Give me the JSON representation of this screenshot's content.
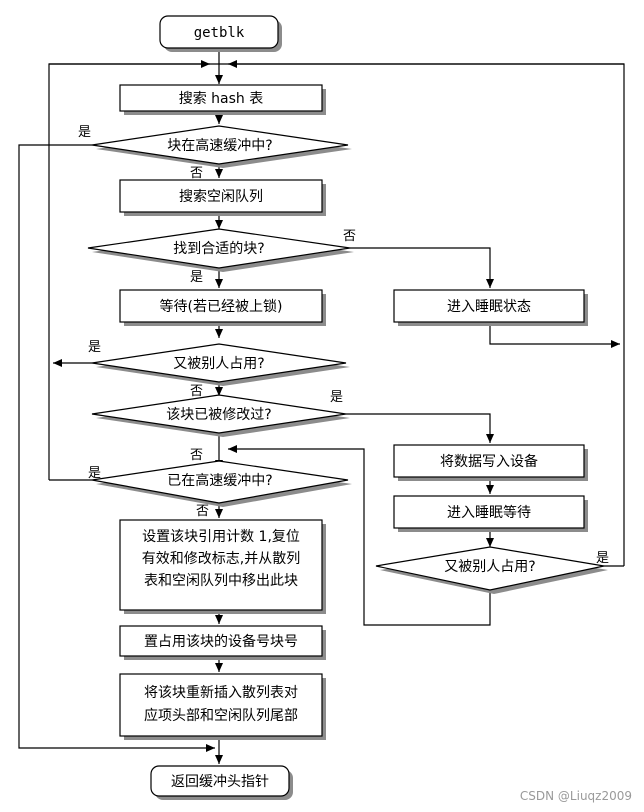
{
  "nodes": {
    "start": "getblk",
    "search_hash": "搜索 hash 表",
    "in_cache": "块在高速缓冲中?",
    "search_free": "搜索空闲队列",
    "found_block": "找到合适的块?",
    "sleep_state": "进入睡眠状态",
    "wait_lock": "等待(若已经被上锁)",
    "taken_1": "又被别人占用?",
    "modified": "该块已被修改过?",
    "write_device": "将数据写入设备",
    "sleep_wait": "进入睡眠等待",
    "taken_2": "又被别人占用?",
    "already_cached": "已在高速缓冲中?",
    "setup_line1": "设置该块引用计数 1,复位",
    "setup_line2": "有效和修改标志,并从散列",
    "setup_line3": "表和空闲队列中移出此块",
    "set_device": "置占用该块的设备号块号",
    "reinsert_line1": "将该块重新插入散列表对",
    "reinsert_line2": "应项头部和空闲队列尾部",
    "return": "返回缓冲头指针"
  },
  "edge_labels": {
    "cache_yes": "是",
    "cache_no": "否",
    "found_no": "否",
    "found_yes": "是",
    "taken1_yes": "是",
    "taken1_no": "否",
    "modified_yes": "是",
    "modified_no": "否",
    "already_yes": "是",
    "already_no": "否",
    "taken2_yes": "是"
  },
  "watermark": "CSDN @Liuqz2009"
}
